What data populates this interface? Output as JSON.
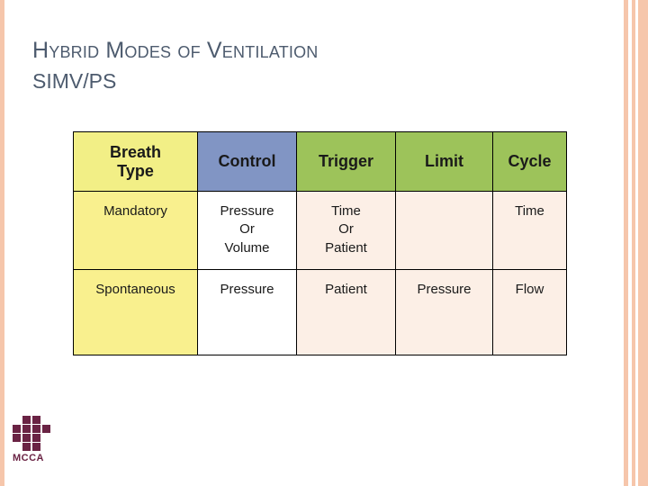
{
  "slide": {
    "title_main": "Hybrid Modes of Ventilation",
    "title_sub": "SIMV/PS"
  },
  "table": {
    "headers": [
      {
        "label": "Breath Type",
        "line1": "Breath",
        "line2": "Type",
        "color": "#f2ef86"
      },
      {
        "label": "Control",
        "color": "#8195c4"
      },
      {
        "label": "Trigger",
        "color": "#9dc35a"
      },
      {
        "label": "Limit",
        "color": "#9dc35a"
      },
      {
        "label": "Cycle",
        "color": "#9dc35a"
      }
    ],
    "rows": [
      {
        "breath_type": "Mandatory",
        "control_l1": "Pressure",
        "control_l2": "Or",
        "control_l3": "Volume",
        "trigger_l1": "Time",
        "trigger_l2": "Or",
        "trigger_l3": "Patient",
        "limit": "",
        "cycle": "Time"
      },
      {
        "breath_type": "Spontaneous",
        "control_l1": "Pressure",
        "control_l2": "",
        "control_l3": "",
        "trigger_l1": "Patient",
        "trigger_l2": "",
        "trigger_l3": "",
        "limit": "Pressure",
        "cycle": "Flow"
      }
    ]
  },
  "logo": {
    "text": "MCCA"
  },
  "colors": {
    "title": "#4d5b6e",
    "accent_bar": "#f6c6ab",
    "header_yellow": "#f2ef86",
    "header_blue": "#8195c4",
    "header_green": "#9dc35a",
    "cell_yellow": "#f9f08e",
    "cell_peach": "#fcefe6",
    "logo": "#6a2344"
  }
}
